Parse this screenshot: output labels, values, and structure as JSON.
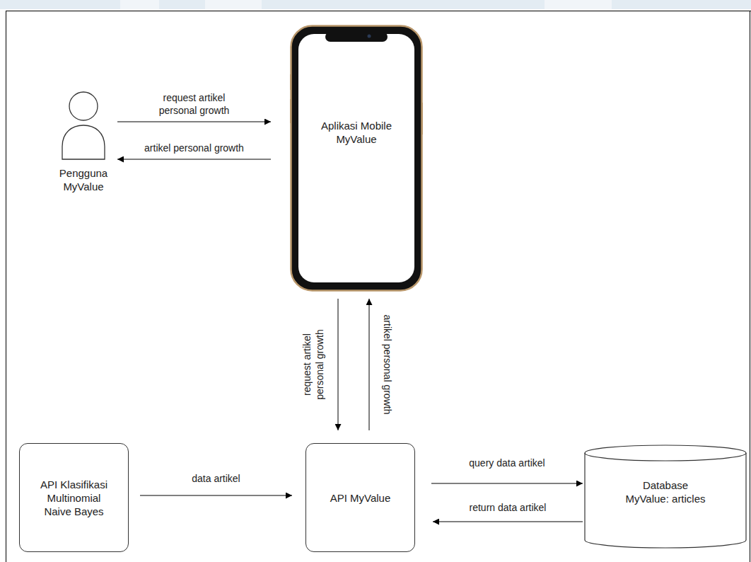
{
  "diagram": {
    "nodes": [
      {
        "text": [
          "Pengguna MyValue"
        ]
      },
      {
        "text": [
          "Aplikasi Mobile MyValue"
        ]
      },
      {
        "text": [
          "API Klasifikasi Multinomial Naive Bayes"
        ]
      },
      {
        "text": [
          "API MyValue"
        ]
      },
      {
        "text": [
          "Database MyValue: articles"
        ]
      }
    ],
    "edges": [
      {
        "from": 0,
        "to": 1,
        "label": "request artikel personal growth",
        "arrow": "to"
      },
      {
        "from": 1,
        "to": 0,
        "label": "artikel personal growth",
        "arrow": "to"
      },
      {
        "from": 1,
        "to": 3,
        "label": "request artikel personal growth",
        "arrow": "to"
      },
      {
        "from": 3,
        "to": 1,
        "label": "artikel personal growth",
        "arrow": "to"
      },
      {
        "from": 2,
        "to": 3,
        "label": "data artikel",
        "arrow": "to"
      },
      {
        "from": 3,
        "to": 4,
        "label": "query data artikel",
        "arrow": "to"
      },
      {
        "from": 4,
        "to": 3,
        "label": "return data artikel",
        "arrow": "to"
      }
    ]
  }
}
